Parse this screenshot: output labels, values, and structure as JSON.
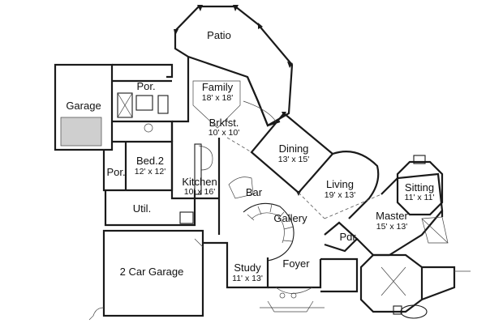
{
  "rooms": {
    "patio": {
      "name": "Patio"
    },
    "family": {
      "name": "Family",
      "dim": "18' x 18'"
    },
    "brkfst": {
      "name": "Brkfst.",
      "dim": "10' x 10'"
    },
    "porch_top": {
      "name": "Por."
    },
    "garage_small": {
      "name": "Garage"
    },
    "bed2": {
      "name": "Bed.2",
      "dim": "12' x 12'"
    },
    "porch_side": {
      "name": "Por."
    },
    "kitchen": {
      "name": "Kitchen",
      "dim": "10' x 16'"
    },
    "dining": {
      "name": "Dining",
      "dim": "13' x 15'"
    },
    "bar": {
      "name": "Bar"
    },
    "living": {
      "name": "Living",
      "dim": "19' x 13'"
    },
    "sitting": {
      "name": "Sitting",
      "dim": "11' x 11'"
    },
    "master": {
      "name": "Master",
      "dim": "15' x 13'"
    },
    "util": {
      "name": "Util."
    },
    "gallery": {
      "name": "Gallery"
    },
    "pdr": {
      "name": "Pdr."
    },
    "two_car": {
      "name": "2 Car Garage"
    },
    "study": {
      "name": "Study",
      "dim": "11' x 13'"
    },
    "foyer": {
      "name": "Foyer"
    }
  },
  "colors": {
    "wall": "#1a1a1a",
    "background": "#ffffff",
    "fixture": "#cfcfcf"
  }
}
